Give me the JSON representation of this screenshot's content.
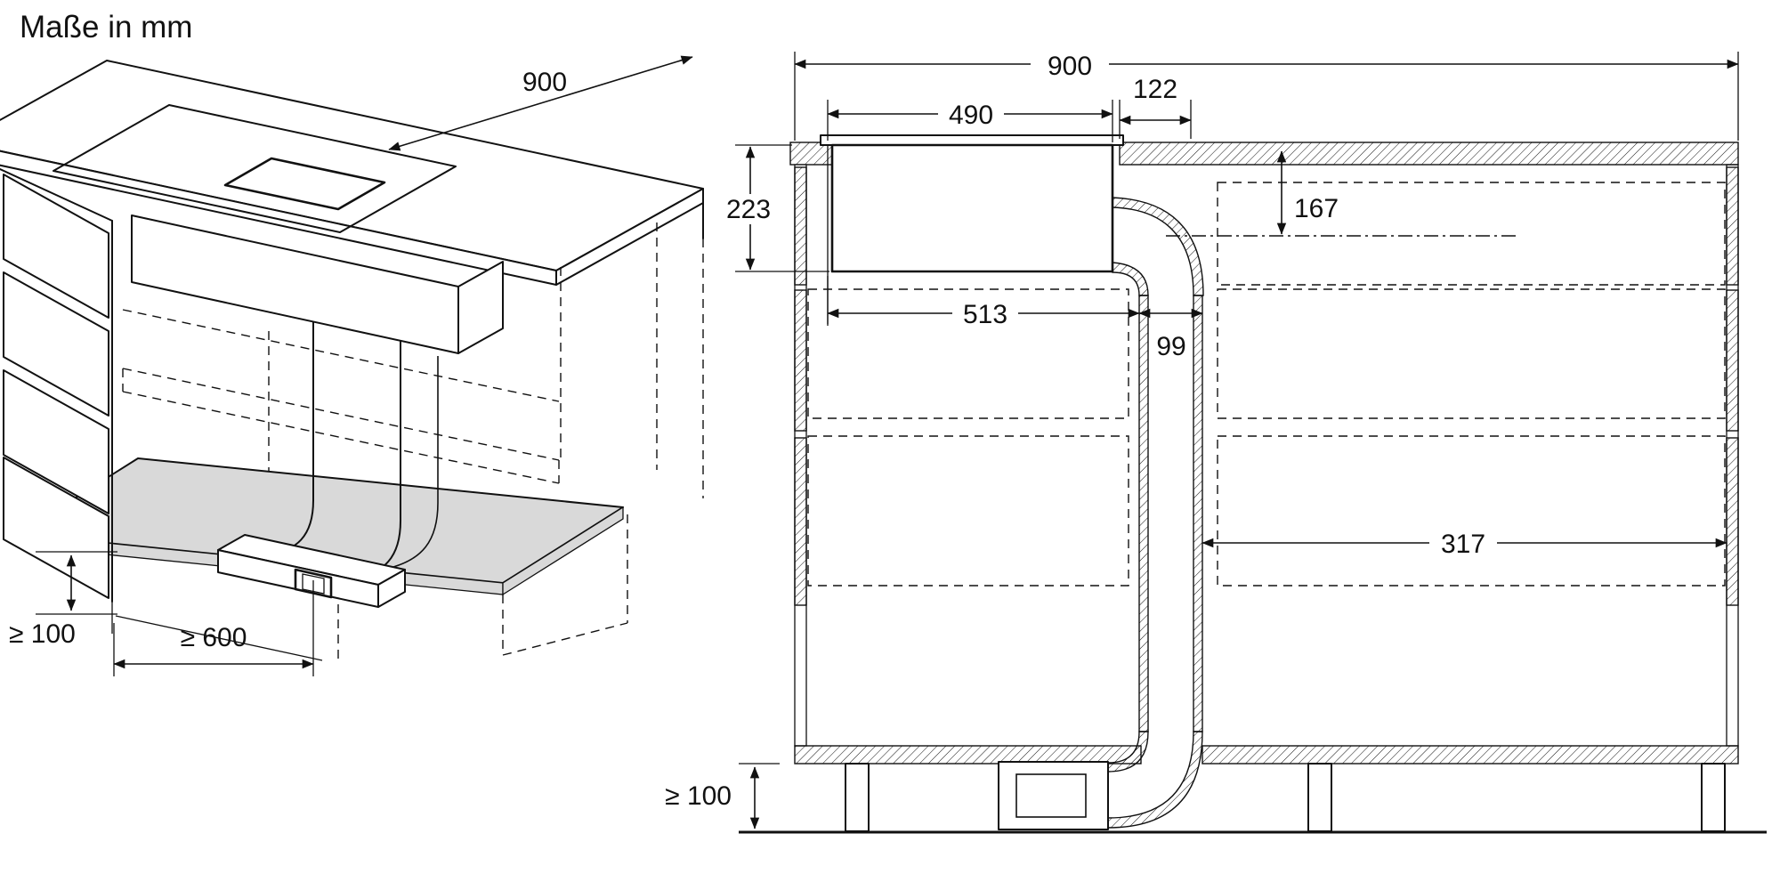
{
  "title": "Maße in mm",
  "iso_view": {
    "dim_width": "900",
    "dim_plinth": "≥ 100",
    "dim_depth": "≥ 600"
  },
  "section_view": {
    "dim_total_width": "900",
    "dim_cutout_offset": "122",
    "dim_cutout_width": "490",
    "dim_unit_height": "223",
    "dim_duct_center_drop": "167",
    "dim_unit_width": "513",
    "dim_duct_width": "99",
    "dim_duct_to_wall": "317",
    "dim_plinth": "≥ 100"
  }
}
